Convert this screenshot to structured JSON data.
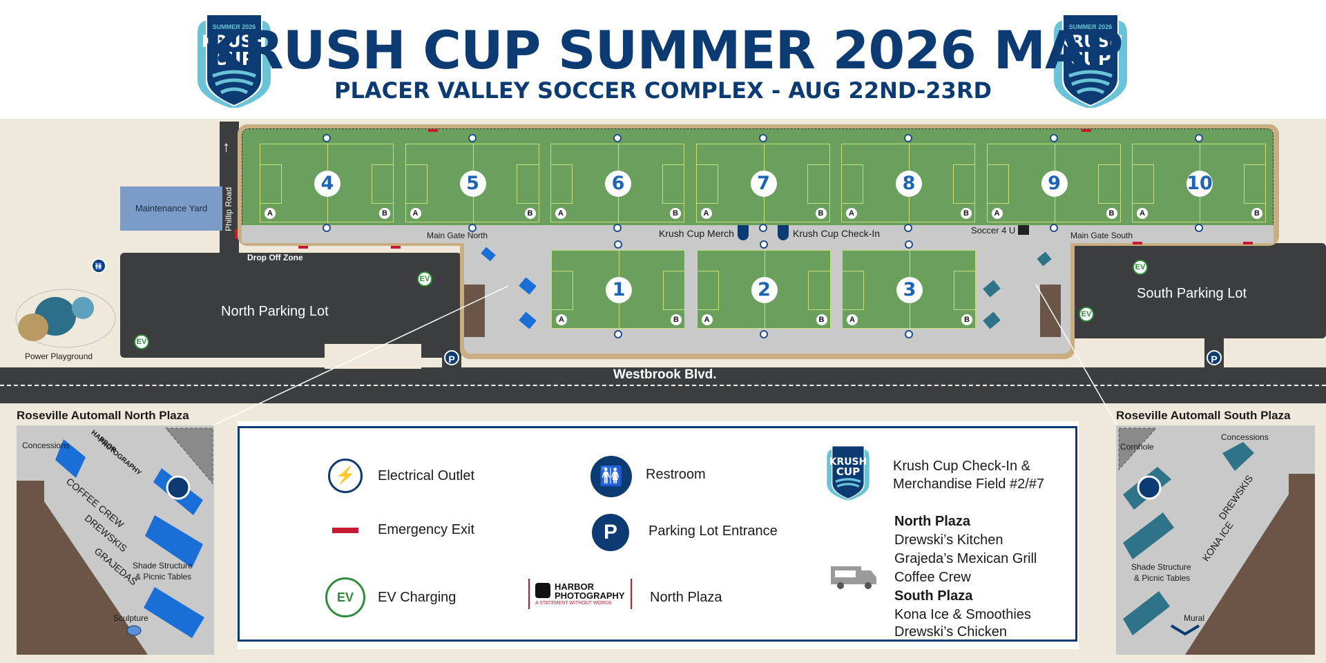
{
  "header": {
    "title": "KRUSH CUP SUMMER 2026 MAP",
    "subtitle": "PLACER VALLEY SOCCER COMPLEX - AUG 22ND-23RD",
    "logo_text_top": "SUMMER 2026",
    "logo_text_main_1": "KRUSH",
    "logo_text_main_2": "CUP"
  },
  "map": {
    "maintenance_yard": "Maintenance Yard",
    "phillip_road": "Phillip Road",
    "drop_off_zone": "Drop Off Zone",
    "north_parking_lot": "North Parking Lot",
    "south_parking_lot": "South Parking Lot",
    "power_playground": "Power Playground",
    "main_gate_north": "Main Gate North",
    "main_gate_south": "Main Gate South",
    "krush_cup_merch": "Krush Cup Merch",
    "krush_cup_checkin": "Krush Cup Check-In",
    "soccer_4_u": "Soccer 4 U",
    "westbrook_blvd": "Westbrook Blvd.",
    "field_end_a": "A",
    "field_end_b": "B",
    "parking_symbol": "P",
    "top_fields": [
      "4",
      "5",
      "6",
      "7",
      "8",
      "9",
      "10"
    ],
    "bottom_fields": [
      "1",
      "2",
      "3"
    ]
  },
  "north_plaza": {
    "title": "Roseville Automall North Plaza",
    "concessions": "Concessions",
    "harbor_line1": "HARBOR",
    "harbor_line2": "PHOTOGRAPHY",
    "coffee_crew": "COFFEE CREW",
    "drewskis": "DREWSKIS",
    "grajedas": "GRAJEDAS",
    "shade_line1": "Shade Structure",
    "shade_line2": "& Picnic Tables",
    "sculpture": "Sculpture"
  },
  "south_plaza": {
    "title": "Roseville Automall South Plaza",
    "cornhole": "Cornhole",
    "concessions": "Concessions",
    "drewskis": "DREWSKIS",
    "kona_ice": "KONA ICE",
    "shade_line1": "Shade Structure",
    "shade_line2": "& Picnic Tables",
    "mural": "Mural"
  },
  "legend": {
    "electrical_outlet": "Electrical Outlet",
    "emergency_exit": "Emergency Exit",
    "ev_charging": "EV Charging",
    "restroom": "Restroom",
    "parking_lot_entrance": "Parking Lot Entrance",
    "harbor_line1": "HARBOR",
    "harbor_line2": "PHOTOGRAPHY",
    "harbor_tagline": "A STATEMENT WITHOUT WORDS",
    "north_plaza_item": "North Plaza",
    "checkin_line1": "Krush Cup Check-In &",
    "checkin_line2": "Merchandise Field #2/#7",
    "vendors": {
      "north_heading": "North Plaza",
      "north_items": [
        "Drewski’s Kitchen",
        "Grajeda’s Mexican Grill",
        "Coffee Crew"
      ],
      "south_heading": "South Plaza",
      "south_items": [
        "Kona Ice & Smoothies",
        "Drewski’s Chicken"
      ]
    }
  },
  "colors": {
    "navy": "#0c3a73",
    "field_green": "#6a9f5e",
    "road": "#3b3d3f",
    "ground": "#efe9dc",
    "plaza_blue": "#1a6fd6",
    "south_teal": "#2f7388",
    "emergency_red": "#c8192e",
    "ev_green": "#2e8b3a"
  }
}
